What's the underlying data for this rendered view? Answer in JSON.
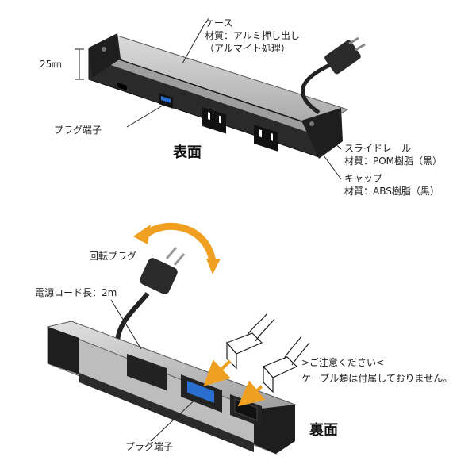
{
  "top": {
    "case_title": "ケース",
    "case_material": "材質：アルミ押し出し",
    "case_finish": "（アルマイト処理）",
    "height_dim": "25㎜",
    "plug_terminal": "プラグ端子",
    "face_label": "表面",
    "rail_title": "スライドレール",
    "rail_material": "材質：POM樹脂（黒）",
    "cap_title": "キャップ",
    "cap_material": "材質：ABS樹脂（黒）"
  },
  "bottom": {
    "rotating_plug": "回転プラグ",
    "cord_length": "電源コード長：2m",
    "note_line1": ">ご注意ください<",
    "note_line2": "ケーブル類は付属しておりません。",
    "face_label": "裏面",
    "plug_terminal": "プラグ端子"
  },
  "colors": {
    "aluminum": "#c9c9c9",
    "black": "#1e1e1e",
    "accent_arrow": "#f0a020",
    "usb_blue": "#2a6fd0"
  }
}
